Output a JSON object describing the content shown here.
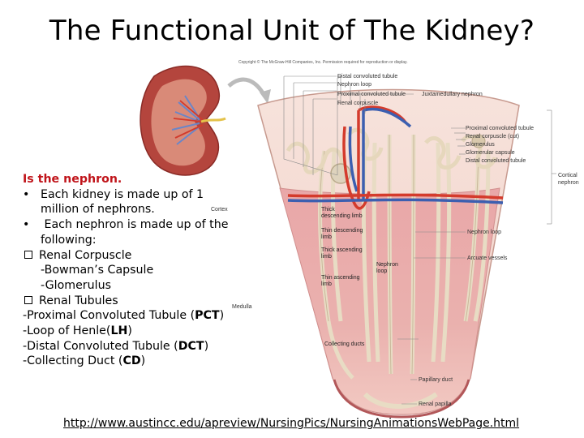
{
  "slide": {
    "title": "The Functional Unit of The Kidney?",
    "link": "http://www.austincc.edu/apreview/NursingPics/NursingAnimationsWebPage.html"
  },
  "body": {
    "heading": "Is the nephron.",
    "bullet1_a": "Each kidney is made up of 1",
    "bullet1_b": "million of nephrons.",
    "bullet2_a": " Each nephron is made up of the",
    "bullet2_b": "following:",
    "renal_corpuscle": "Renal Corpuscle",
    "bowmans_capsule": "-Bowman’s Capsule",
    "glomerulus": "-Glomerulus",
    "renal_tubules": "Renal Tubules",
    "pct_text": "-Proximal Convoluted Tubule (",
    "pct_abbr": "PCT",
    "pct_close": ")",
    "loh_text": "-Loop of Henle(",
    "loh_abbr": "LH",
    "loh_close": ")",
    "dct_text": "-Distal Convoluted Tubule (",
    "dct_abbr": "DCT",
    "dct_close": ")",
    "cd_text": "-Collecting Duct (",
    "cd_abbr": "CD",
    "cd_close": ")"
  },
  "figure": {
    "copyright": "Copyright © The McGraw-Hill Companies, Inc. Permission required for reproduction or display.",
    "labels": {
      "distal_top": "Distal convoluted tubule",
      "nephron_loop_top": "Nephron loop",
      "proximal_top": "Proximal convoluted tubule",
      "renal_corpuscle_top": "Renal corpuscle",
      "juxtamedullary": "Juxtamedullary nephron",
      "proximal_r": "Proximal convoluted tubule",
      "renal_corpuscle_cut": "Renal corpuscle (cut)",
      "glomerulus_r": "Glomerulus",
      "glomerular_capsule": "Glomerular capsule",
      "distal_r": "Distal convoluted tubule",
      "cortical_1": "Cortical",
      "cortical_2": "nephron",
      "cortex": "Cortex",
      "thick_desc_1": "Thick",
      "thick_desc_2": "descending limb",
      "thin_desc_1": "Thin descending",
      "thin_desc_2": "limb",
      "thick_asc_1": "Thick ascending",
      "thick_asc_2": "limb",
      "thin_asc_1": "Thin ascending",
      "thin_asc_2": "limb",
      "nephron_loop_mid_1": "Nephron",
      "nephron_loop_mid_2": "loop",
      "nephron_loop_r": "Nephron loop",
      "arcuate": "Arcuate vessels",
      "medulla": "Medulla",
      "collecting_ducts": "Collecting ducts",
      "papillary_duct": "Papillary duct",
      "renal_papilla": "Renal papilla"
    }
  }
}
